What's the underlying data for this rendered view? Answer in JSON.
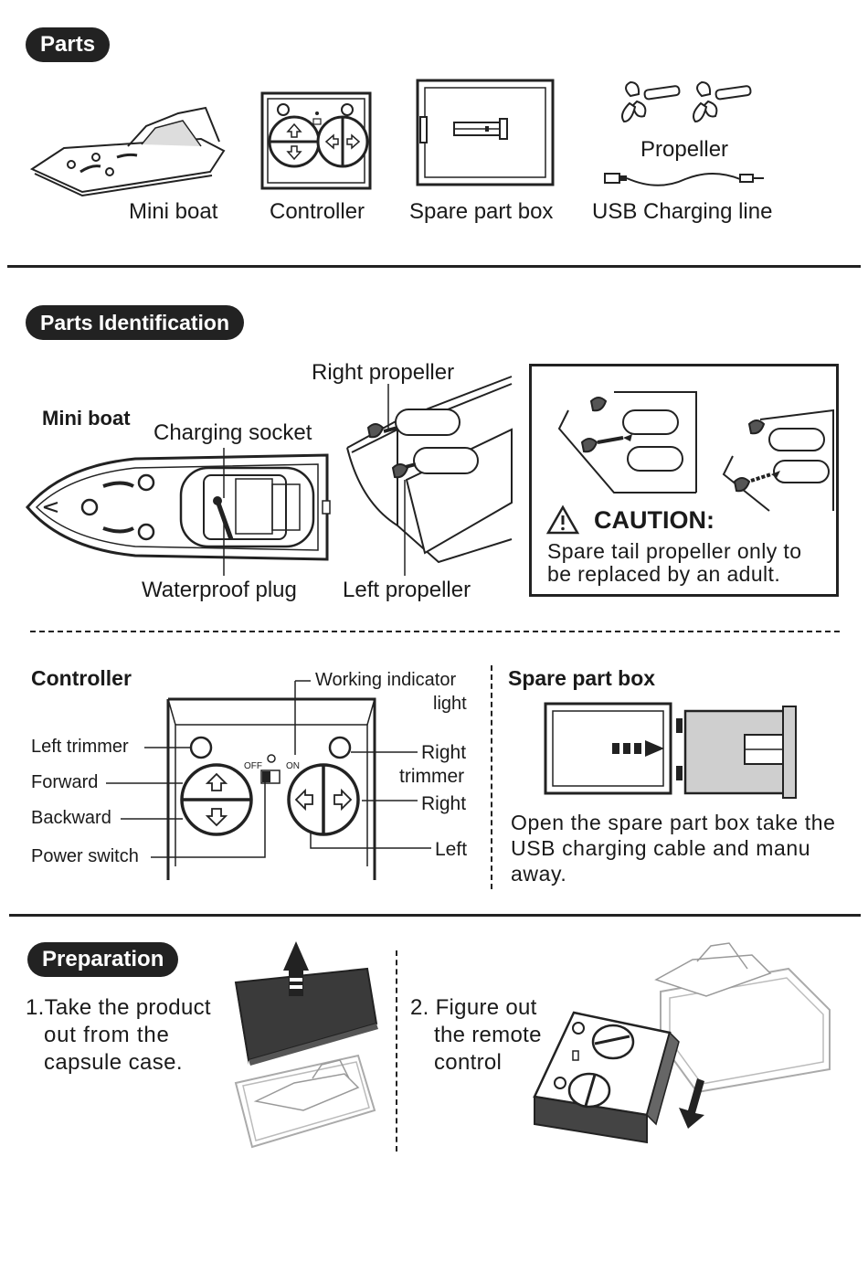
{
  "parts": {
    "heading": "Parts",
    "items": [
      "Mini boat",
      "Controller",
      "Spare part box",
      "USB Charging line"
    ],
    "propeller": "Propeller"
  },
  "identification": {
    "heading": "Parts Identification",
    "mini_boat": "Mini boat",
    "charging_socket": "Charging socket",
    "waterproof_plug": "Waterproof plug",
    "right_propeller": "Right propeller",
    "left_propeller": "Left propeller",
    "caution": {
      "title": "CAUTION:",
      "text_line1": "Spare tail propeller only to",
      "text_line2": "be replaced by an adult."
    }
  },
  "controller": {
    "heading": "Controller",
    "working_indicator_1": "Working indicator",
    "working_indicator_2": "light",
    "left_trimmer": "Left trimmer",
    "forward": "Forward",
    "backward": "Backward",
    "power_switch": "Power switch",
    "right_trimmer_1": "Right",
    "right_trimmer_2": "trimmer",
    "right": "Right",
    "left": "Left",
    "off": "OFF",
    "on": "ON"
  },
  "spare_box": {
    "heading": "Spare part box",
    "line1": "Open the spare part box take the",
    "line2": "USB charging cable and manu",
    "line3": "away."
  },
  "preparation": {
    "heading": "Preparation",
    "step1_line1": "1.Take the product",
    "step1_line2": "out from the",
    "step1_line3": "capsule case.",
    "step2_line1": "2. Figure out",
    "step2_line2": "the remote",
    "step2_line3": "control"
  }
}
